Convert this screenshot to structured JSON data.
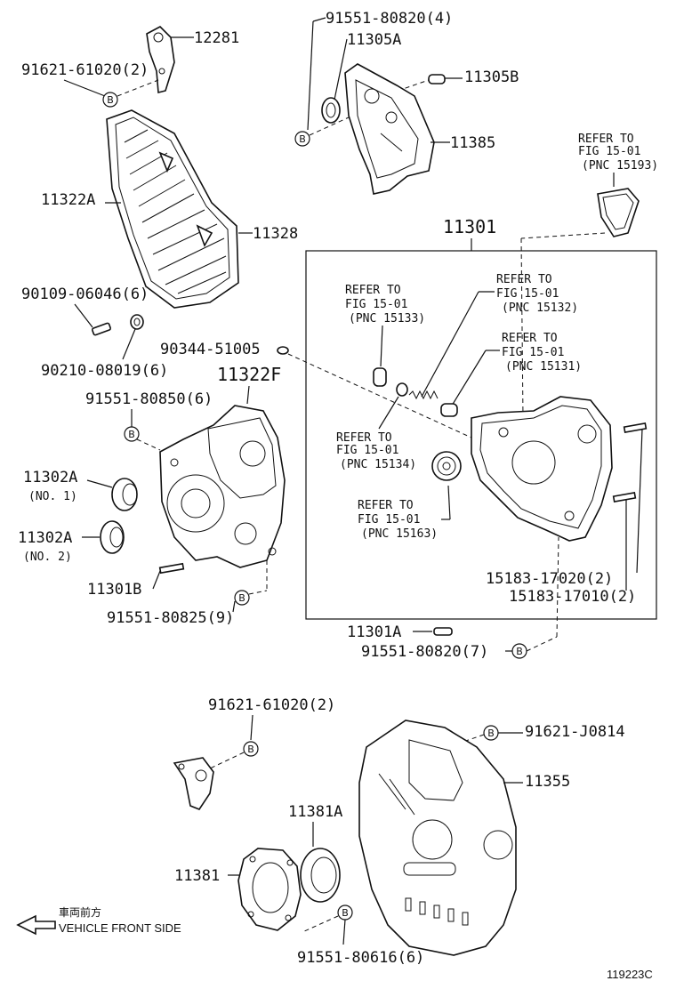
{
  "parts": {
    "p12281": "12281",
    "p91621_61020_top": "91621-61020(2)",
    "p91551_80820_4": "91551-80820(4)",
    "p11305A": "11305A",
    "p11305B": "11305B",
    "p11385": "11385",
    "p11322A": "11322A",
    "p11328": "11328",
    "p90109": "90109-06046(6)",
    "p90210": "90210-08019(6)",
    "p11301": "11301",
    "p90344": "90344-51005",
    "p11322F": "11322F",
    "p91551_80850": "91551-80850(6)",
    "p11302A_1": "11302A",
    "p11302A_1_sub": "(NO. 1)",
    "p11302A_2": "11302A",
    "p11302A_2_sub": "(NO. 2)",
    "p11301B": "11301B",
    "p91551_80825": "91551-80825(9)",
    "p15183_17020": "15183-17020(2)",
    "p15183_17010": "15183-17010(2)",
    "p11301A": "11301A",
    "p91551_80820_7": "91551-80820(7)",
    "p91621_61020_bottom": "91621-61020(2)",
    "p91621_J0814": "91621-J0814",
    "p11355": "11355",
    "p11381A": "11381A",
    "p11381": "11381",
    "p91551_80616": "91551-80616(6)"
  },
  "refs": {
    "r15193": {
      "line1": "REFER TO",
      "line2": "FIG 15-01",
      "line3": "(PNC 15193)"
    },
    "r15133": {
      "line1": "REFER TO",
      "line2": "FIG 15-01",
      "line3": "(PNC 15133)"
    },
    "r15132": {
      "line1": "REFER TO",
      "line2": "FIG 15-01",
      "line3": "(PNC 15132)"
    },
    "r15131": {
      "line1": "REFER TO",
      "line2": "FIG 15-01",
      "line3": "(PNC 15131)"
    },
    "r15134": {
      "line1": "REFER TO",
      "line2": "FIG 15-01",
      "line3": "(PNC 15134)"
    },
    "r15163": {
      "line1": "REFER TO",
      "line2": "FIG 15-01",
      "line3": "(PNC 15163)"
    }
  },
  "badge_letter": "B",
  "direction": {
    "jp": "車両前方",
    "en": "VEHICLE FRONT SIDE"
  },
  "figure_id": "119223C"
}
